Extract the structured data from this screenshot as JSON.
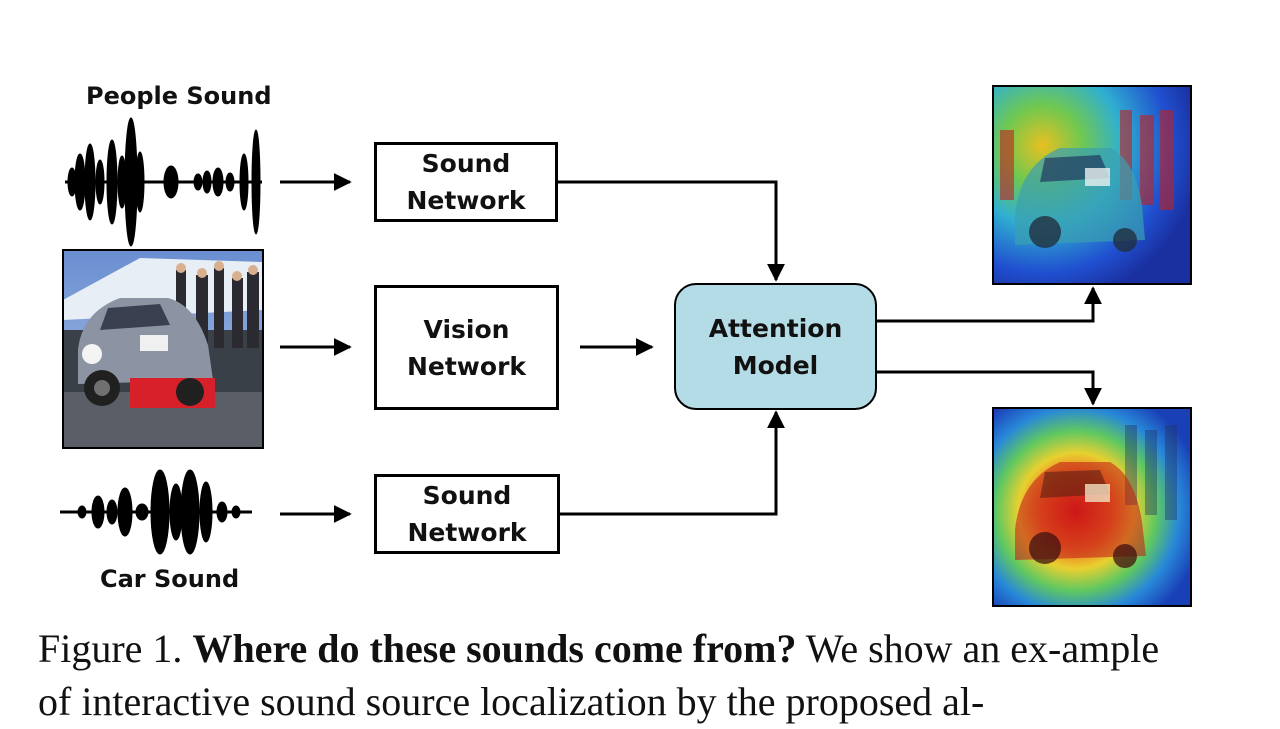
{
  "labels": {
    "people_sound": "People Sound",
    "car_sound": "Car Sound"
  },
  "boxes": {
    "sound_network_top": [
      "Sound",
      "Network"
    ],
    "vision_network": [
      "Vision",
      "Network"
    ],
    "sound_network_bottom": [
      "Sound",
      "Network"
    ],
    "attention_model": [
      "Attention",
      "Model"
    ]
  },
  "colors": {
    "attention_fill": "#b4dce6",
    "car_body": "#8c94a4",
    "car_bumper": "#d8202a",
    "heat_hot": "#e0201a",
    "heat_cool": "#1e4ed0"
  },
  "caption": {
    "prefix": "Figure 1. ",
    "bold": "Where do these sounds come from?",
    "rest": " We show an ex-ample of interactive sound source localization by the proposed al-"
  }
}
